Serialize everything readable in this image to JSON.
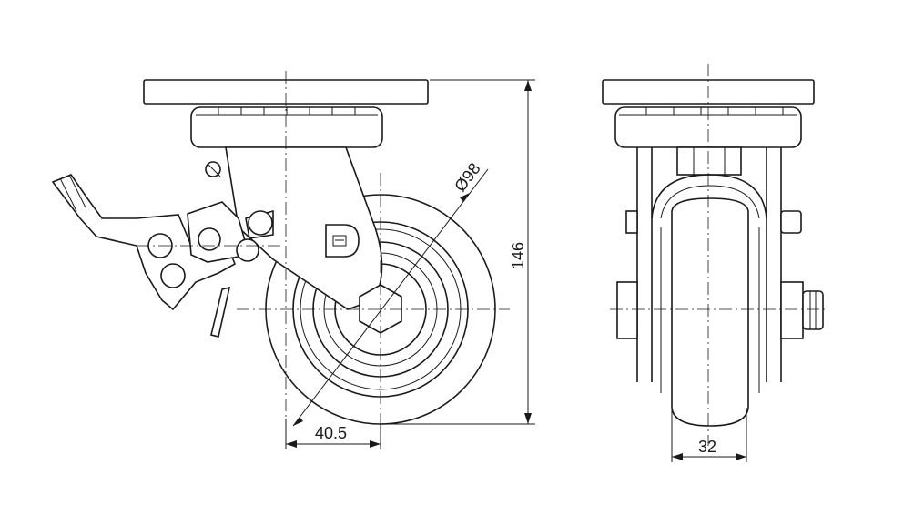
{
  "dimensions": {
    "height": "146",
    "diameter": "Ø98",
    "offset": "40.5",
    "tread_width": "32"
  }
}
